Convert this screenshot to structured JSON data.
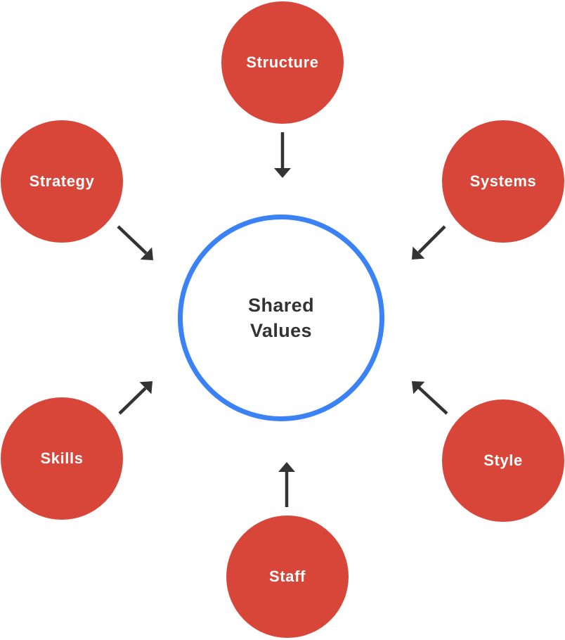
{
  "center": {
    "label": "Shared Values"
  },
  "nodes": [
    {
      "id": "structure",
      "label": "Structure"
    },
    {
      "id": "strategy",
      "label": "Strategy"
    },
    {
      "id": "systems",
      "label": "Systems"
    },
    {
      "id": "skills",
      "label": "Skills"
    },
    {
      "id": "style",
      "label": "Style"
    },
    {
      "id": "staff",
      "label": "Staff"
    }
  ],
  "colors": {
    "node_fill": "#D8463A",
    "node_text": "#FFFFFF",
    "center_stroke": "#3B82F6",
    "center_text": "#333333",
    "arrow": "#333333",
    "background": "#FFFFFF"
  }
}
